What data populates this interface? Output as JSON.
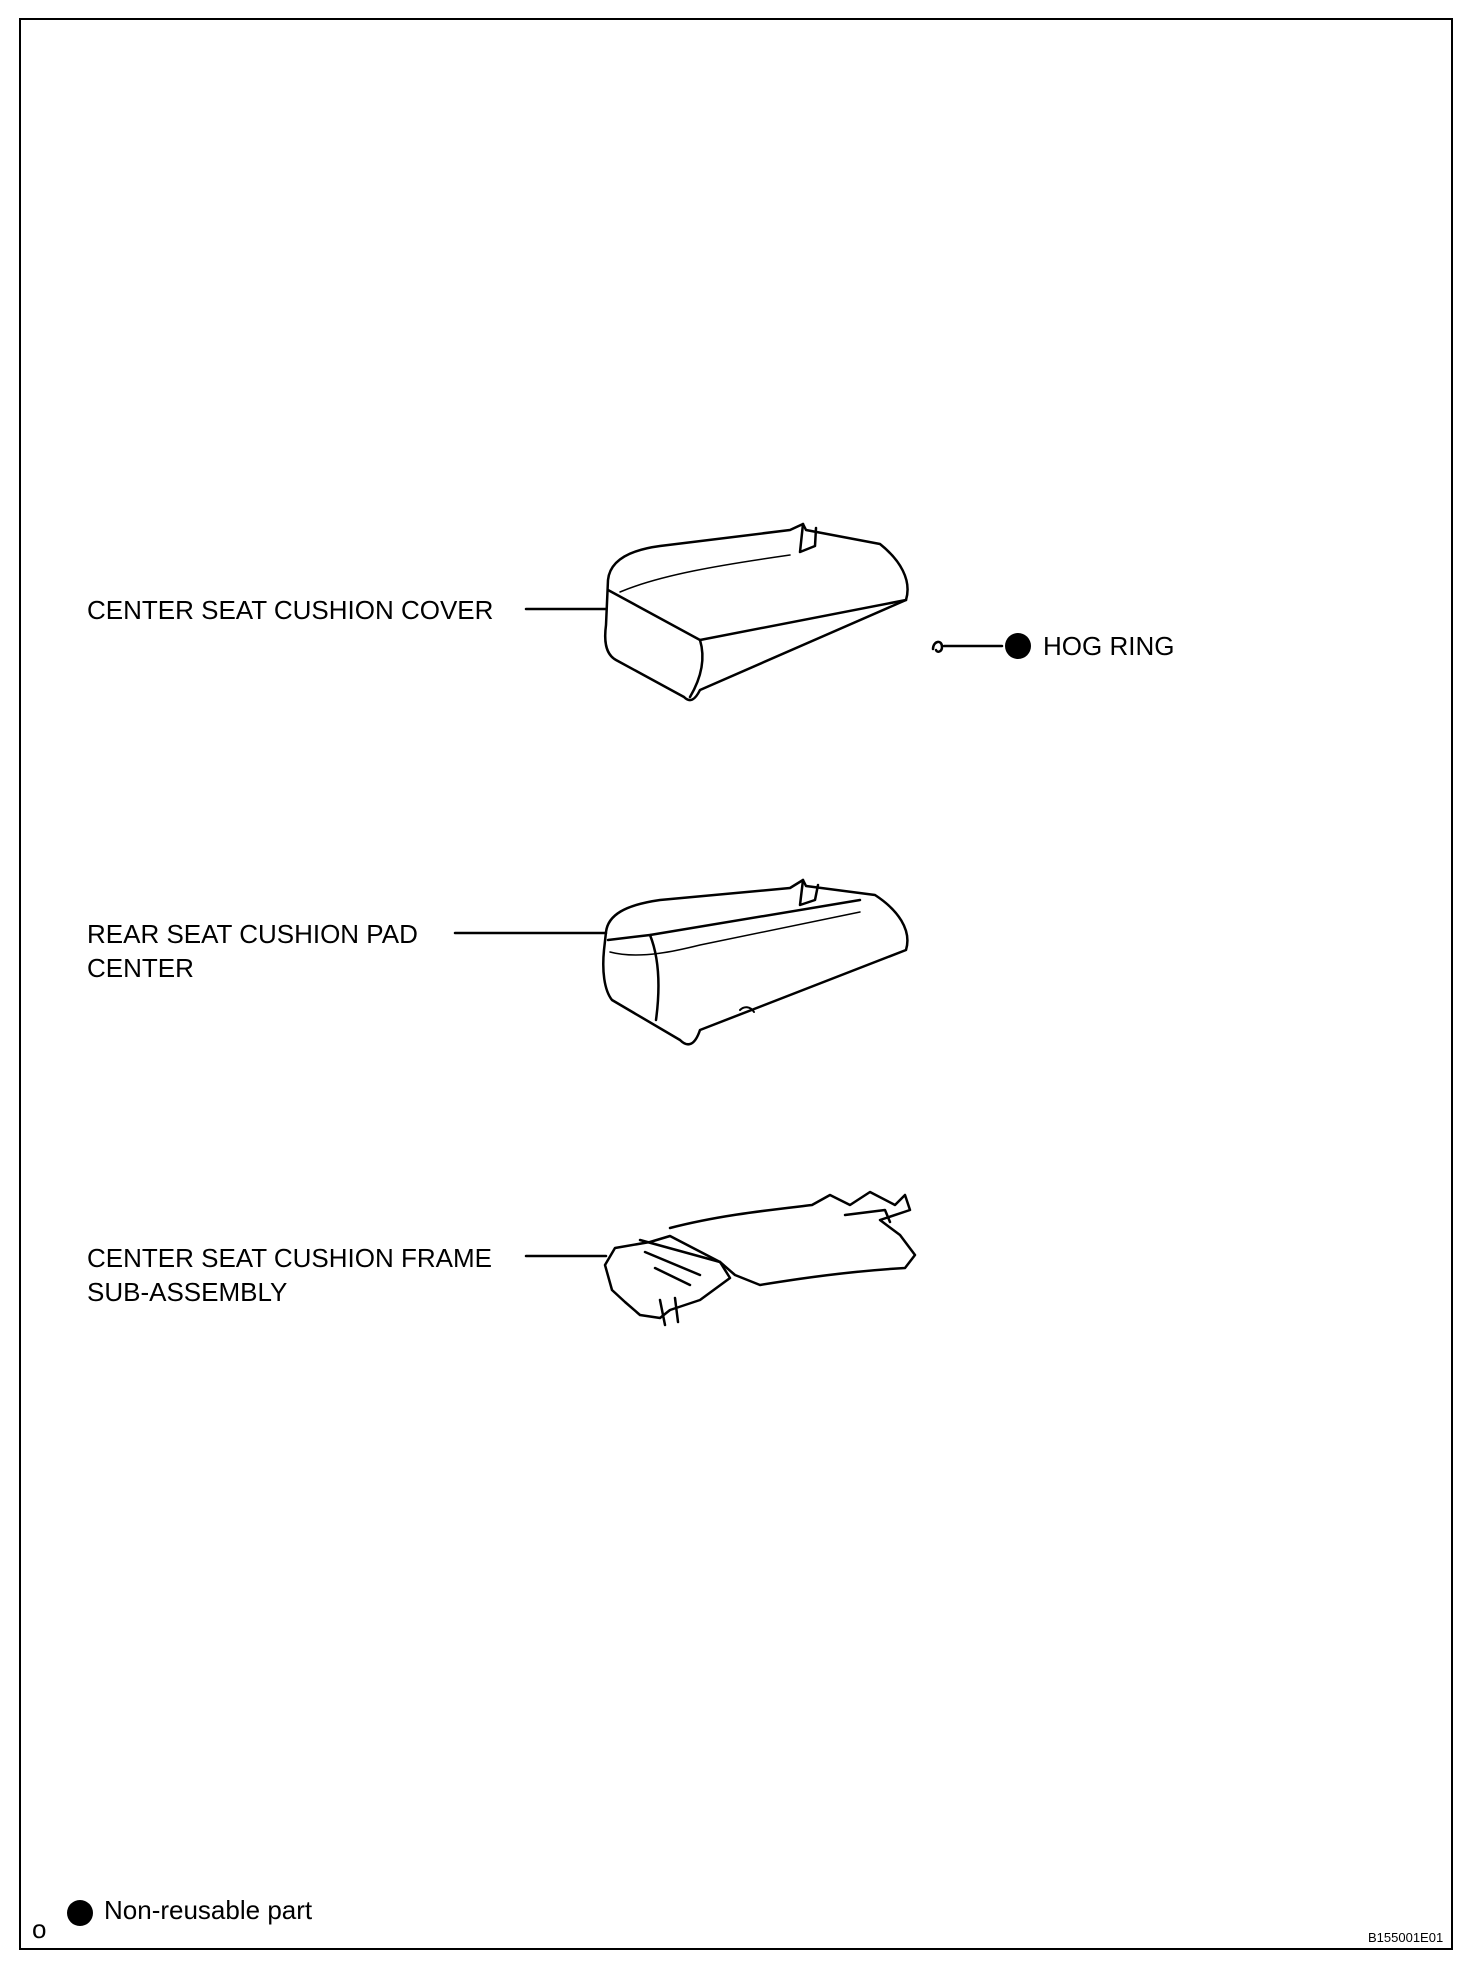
{
  "labels": {
    "cover": "CENTER SEAT CUSHION COVER",
    "hog_ring": "HOG RING",
    "pad_line1": "REAR SEAT CUSHION PAD",
    "pad_line2": "CENTER",
    "frame_line1": "CENTER SEAT CUSHION FRAME",
    "frame_line2": "SUB-ASSEMBLY"
  },
  "legend": {
    "text": "Non-reusable part"
  },
  "footer": {
    "left_mark": "o",
    "figure_code": "B155001E01"
  },
  "colors": {
    "ink": "#000000",
    "paper": "#ffffff"
  }
}
